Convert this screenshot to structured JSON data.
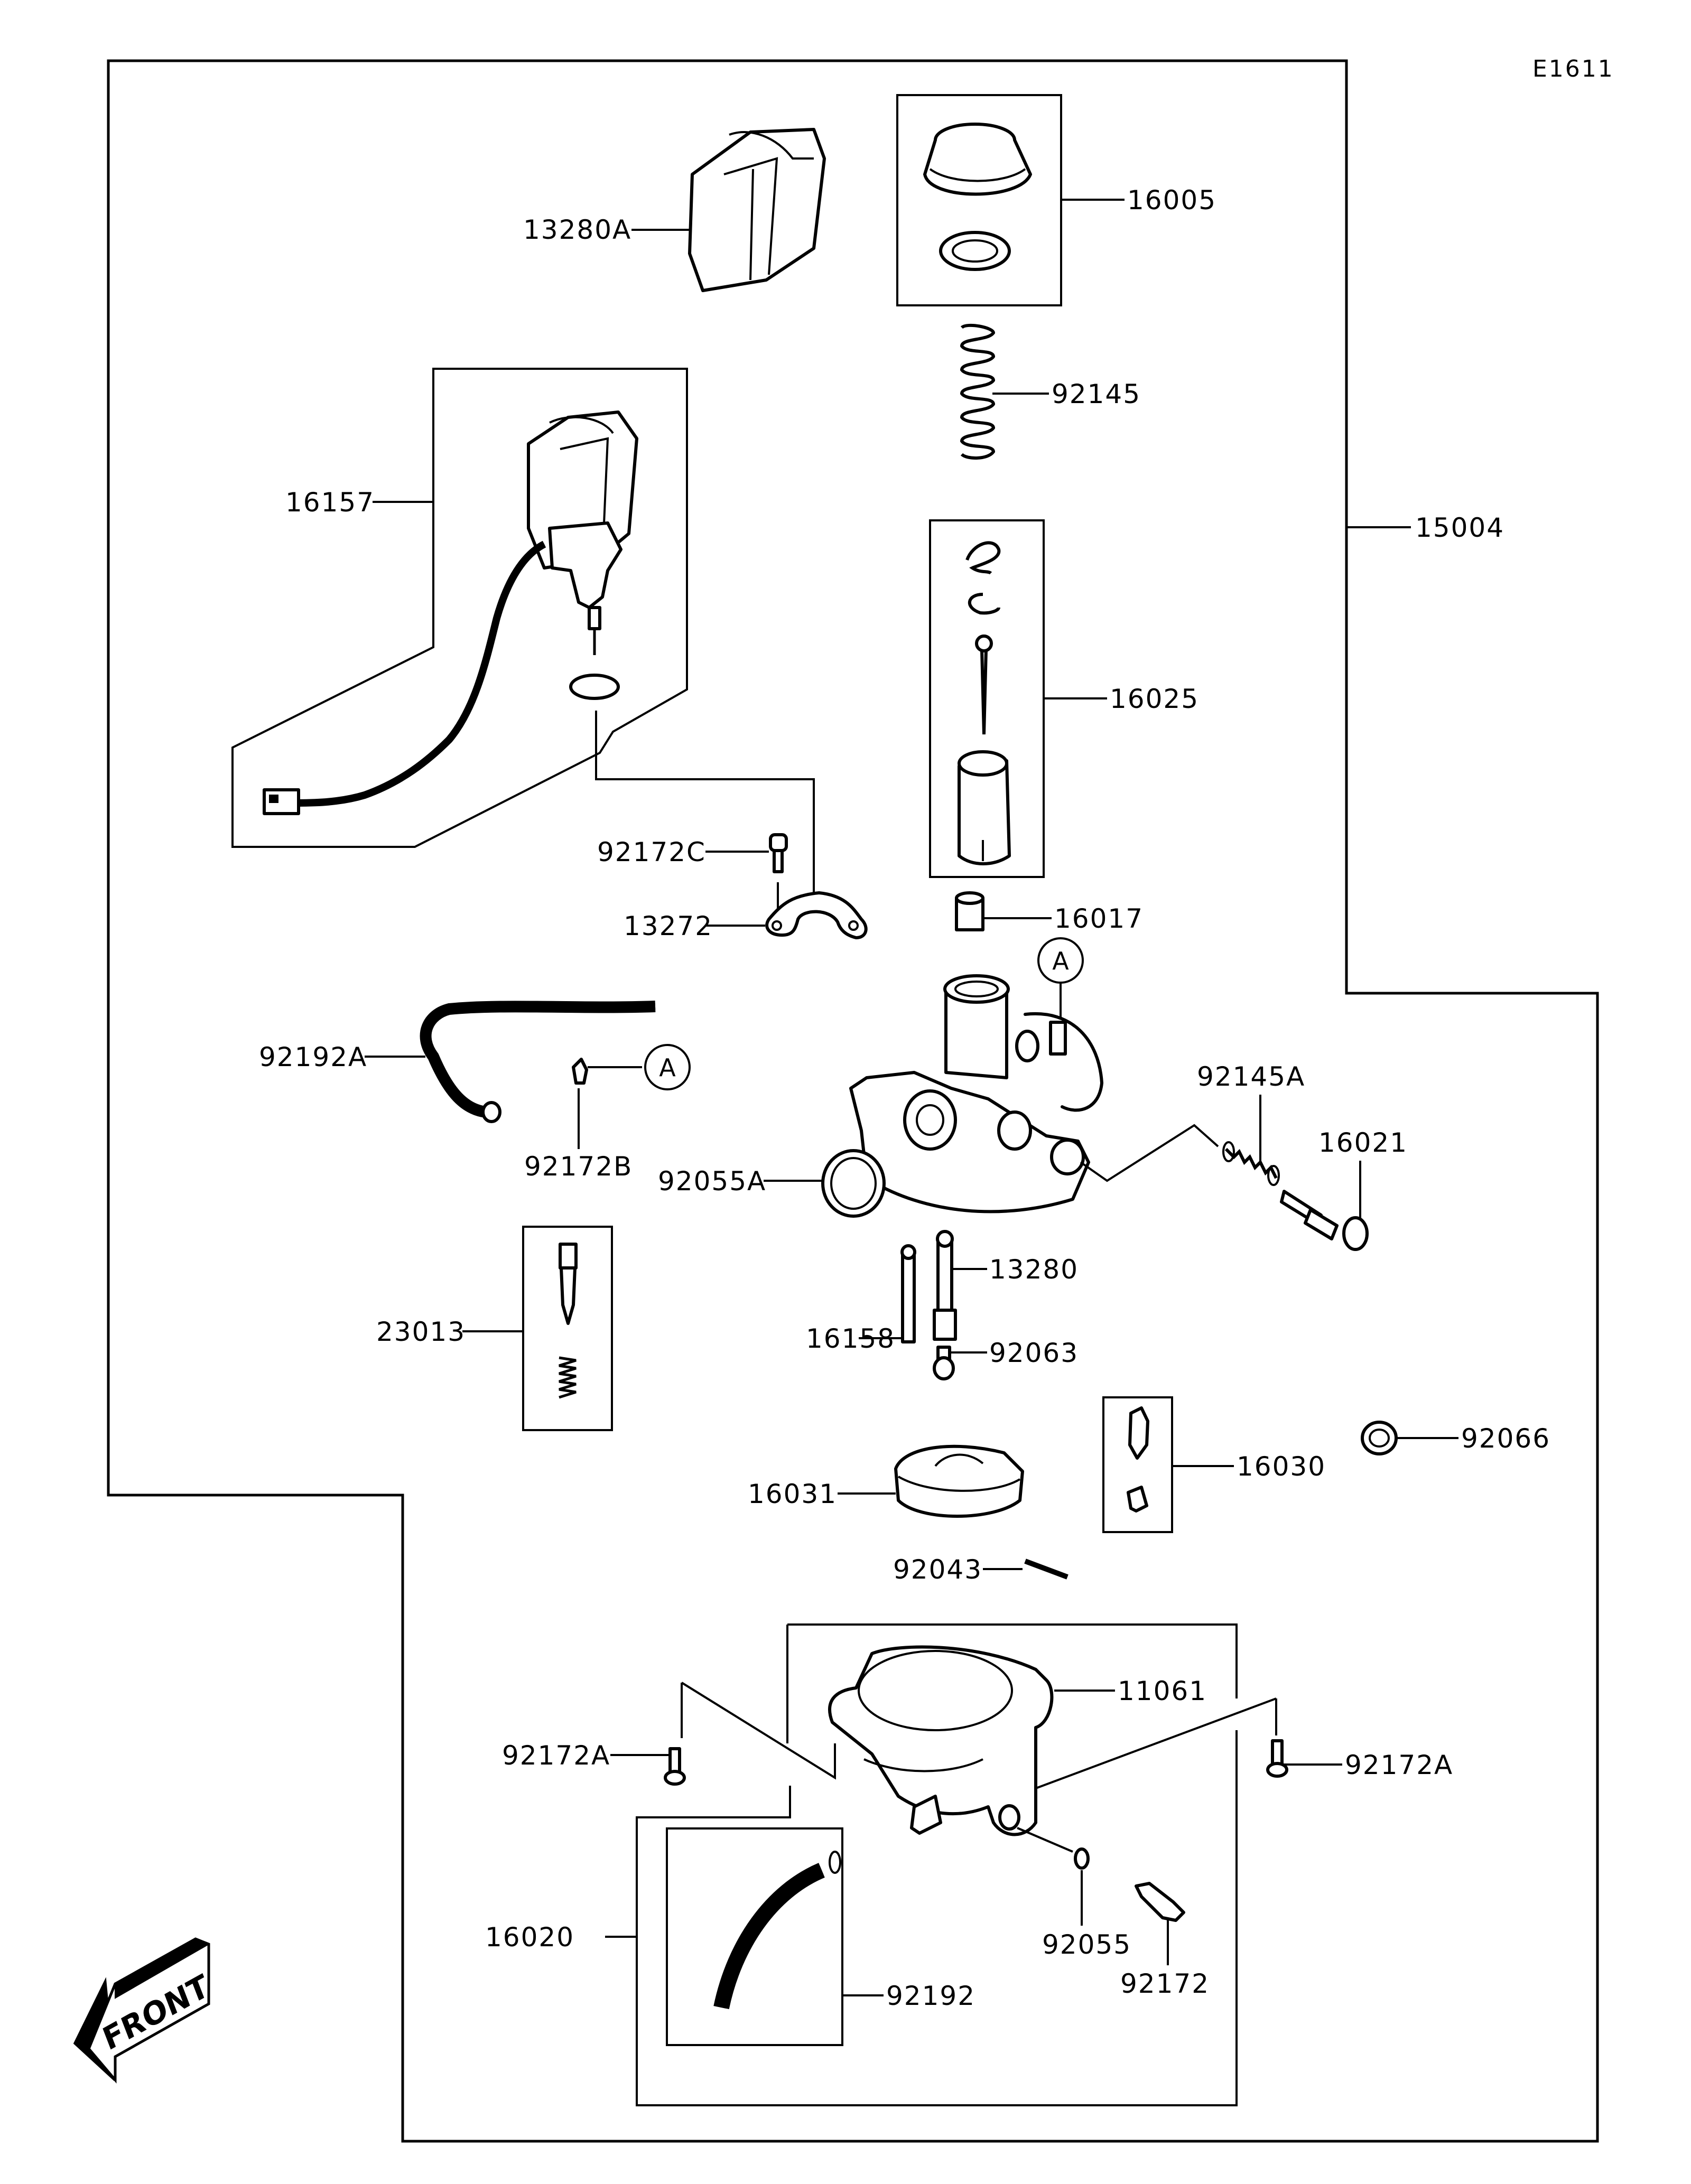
{
  "diagram": {
    "code": "E1611",
    "front_label": "FRONT",
    "ref_marker": "A",
    "parts": {
      "p13280A": "13280A",
      "p16005": "16005",
      "p92145": "92145",
      "p16157": "16157",
      "p15004": "15004",
      "p16025": "16025",
      "p92172C": "92172C",
      "p13272": "13272",
      "p16017": "16017",
      "p92192A": "92192A",
      "p92172B": "92172B",
      "p92145A": "92145A",
      "p16021": "16021",
      "p92055A": "92055A",
      "p13280": "13280",
      "p23013": "23013",
      "p16158": "16158",
      "p92063": "92063",
      "p92066": "92066",
      "p16030": "16030",
      "p16031": "16031",
      "p92043": "92043",
      "p11061": "11061",
      "p92172A_left": "92172A",
      "p92172A_right": "92172A",
      "p16020": "16020",
      "p92055": "92055",
      "p92172": "92172",
      "p92192": "92192"
    }
  }
}
